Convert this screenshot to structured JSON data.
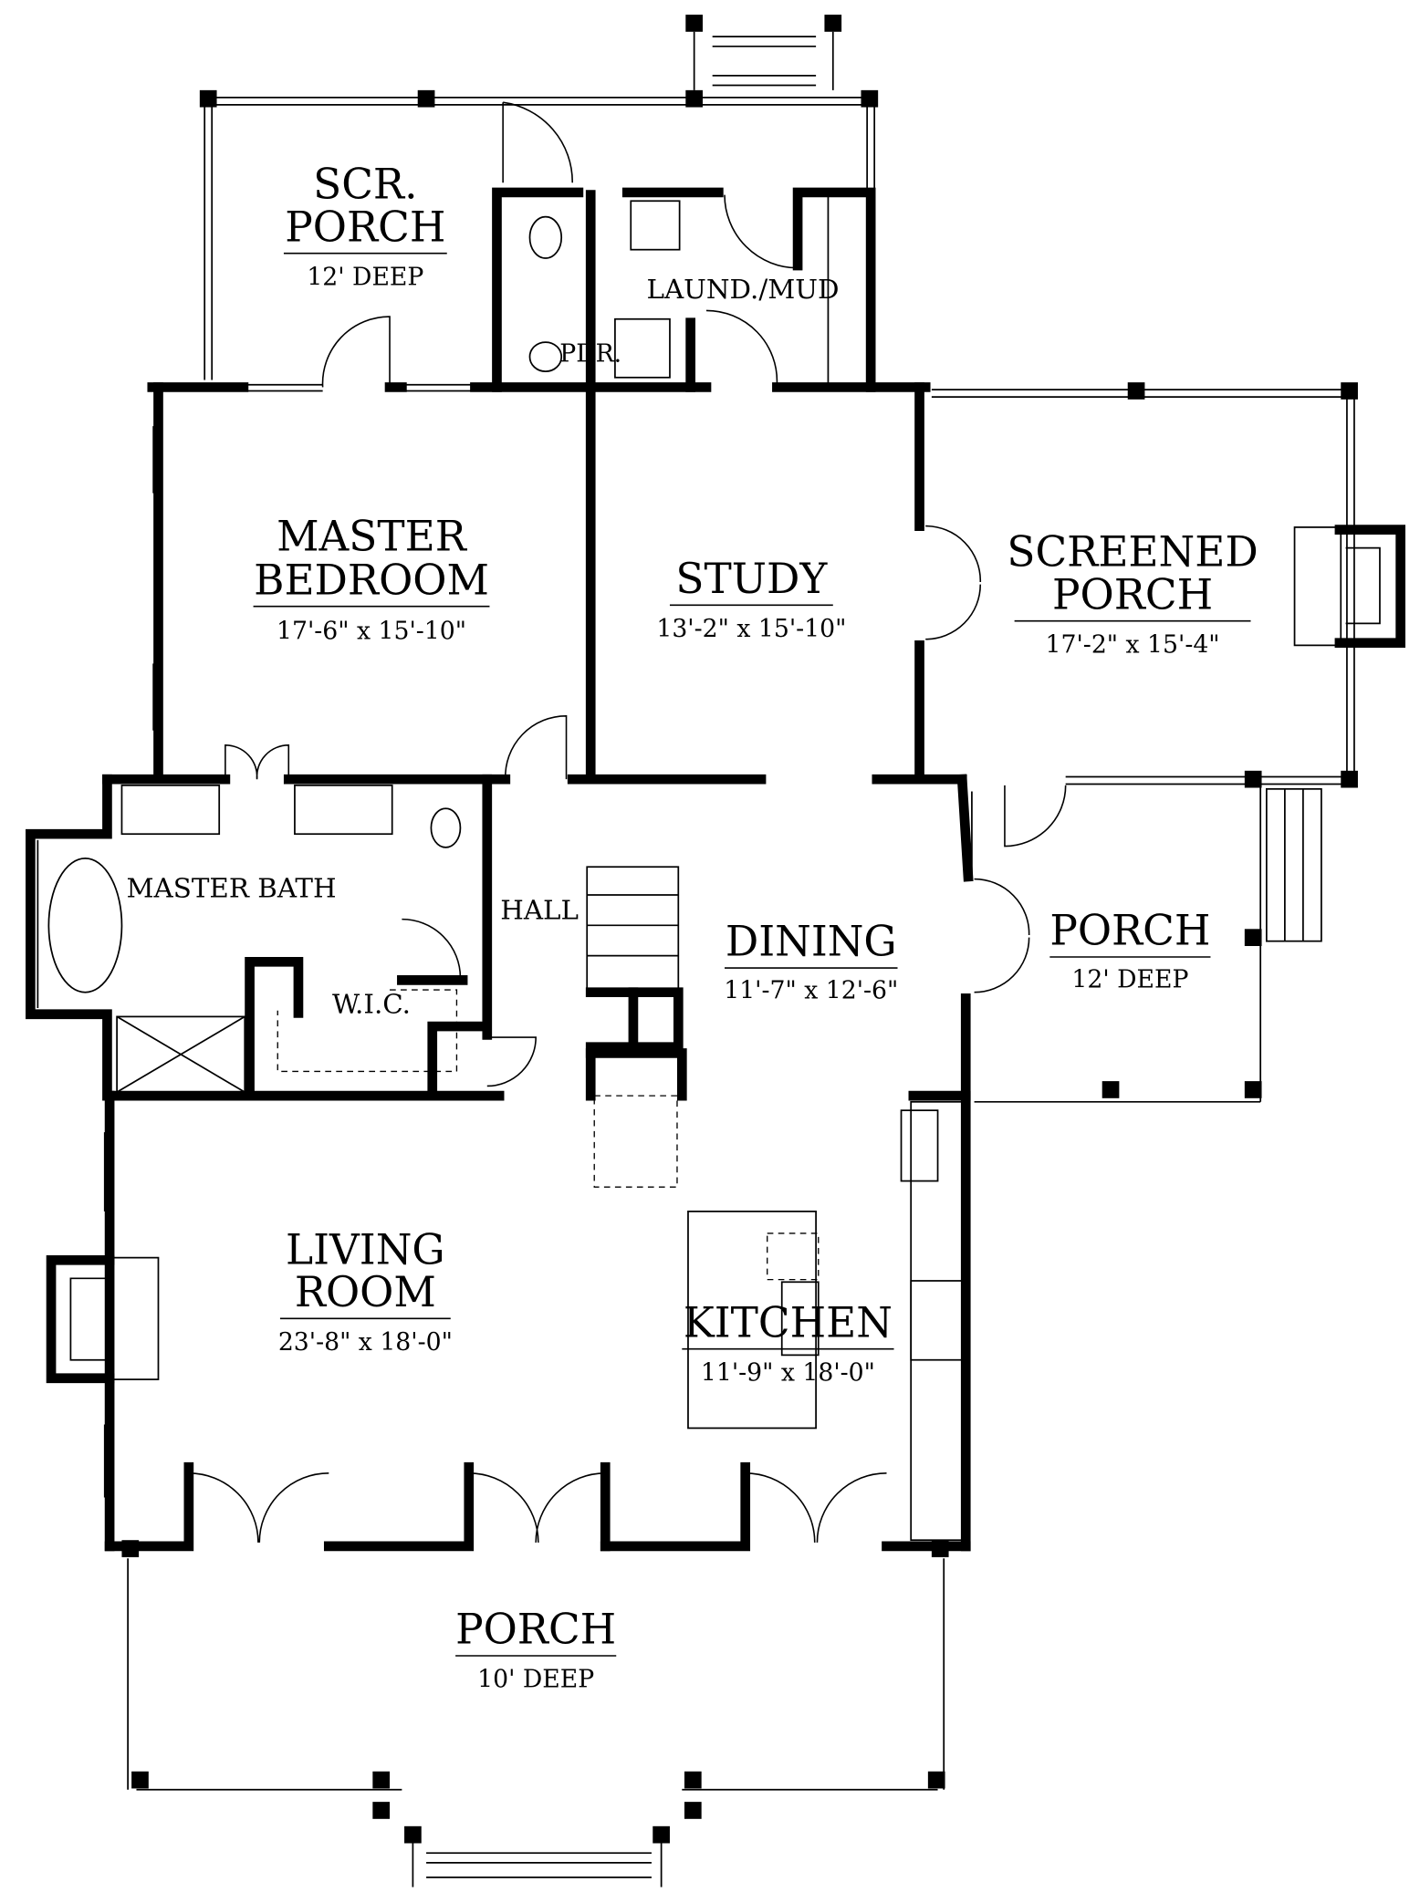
{
  "plan": {
    "rooms": {
      "scr_porch_top": {
        "line1": "SCR.",
        "line2": "PORCH",
        "size": "12' DEEP"
      },
      "laundry": {
        "name": "LAUND./MUD"
      },
      "powder": {
        "name": "PDR."
      },
      "master_bedroom": {
        "line1": "MASTER",
        "line2": "BEDROOM",
        "size": "17'-6\" x 15'-10\""
      },
      "study": {
        "name": "STUDY",
        "size": "13'-2\" x 15'-10\""
      },
      "screened_porch": {
        "line1": "SCREENED",
        "line2": "PORCH",
        "size": "17'-2\" x 15'-4\""
      },
      "master_bath": {
        "name": "MASTER BATH"
      },
      "hall": {
        "name": "HALL"
      },
      "wic": {
        "name": "W.I.C."
      },
      "dining": {
        "name": "DINING",
        "size": "11'-7\" x 12'-6\""
      },
      "side_porch": {
        "name": "PORCH",
        "size": "12' DEEP"
      },
      "living_room": {
        "line1": "LIVING",
        "line2": "ROOM",
        "size": "23'-8\" x 18'-0\""
      },
      "kitchen": {
        "name": "KITCHEN",
        "size": "11'-9\" x 18'-0\""
      },
      "front_porch": {
        "name": "PORCH",
        "size": "10' DEEP"
      }
    }
  }
}
